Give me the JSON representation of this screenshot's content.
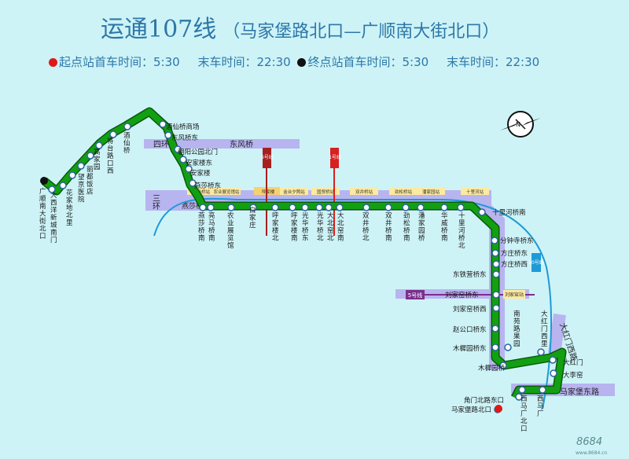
{
  "header": {
    "line_name": "运通107线",
    "route": "（马家堡路北口—广顺南大街北口）",
    "start_first_label": "起点站首车时间：5:30",
    "start_last_label": "末车时间：22:30",
    "end_first_label": "终点站首车时间：5:30",
    "end_last_label": "末车时间：22:30"
  },
  "roads": {
    "sihuan": "四环",
    "dongfengqiao": "东风桥",
    "sanhuan": "三环",
    "yansha_bridge": "燕莎桥",
    "majiapu_road": "马家堡东路",
    "dahongmen_road": "大红门西路"
  },
  "rail": {
    "line6": "6号线",
    "line1": "1号线",
    "line10": "10号线",
    "line5": "5号线",
    "huji_station": "呼家楼",
    "liujiayao_station": "刘家窑站"
  },
  "line10_stations": [
    "亮马桥站",
    "农业展览馆站",
    "呼家楼",
    "金台夕照站",
    "国贸桥站",
    "双井桥站",
    "劲松桥站",
    "潘家园站",
    "十里河站"
  ],
  "stations": [
    "广顺南大街北口",
    "大西洋新城南门",
    "花家地北里",
    "望京医院",
    "丽都饭店",
    "高家园",
    "将台路口西",
    "酒仙桥",
    "酒仙桥商场",
    "东风桥东",
    "朝阳公园北门",
    "安家楼东",
    "安家楼",
    "燕莎桥东",
    "燕莎桥南",
    "亮马桥南",
    "农业展览馆",
    "白家庄",
    "呼家楼北",
    "呼家楼南",
    "光华桥东",
    "光华桥北",
    "大北窑北",
    "大北窑南",
    "双井桥北",
    "双井桥南",
    "劲松桥南",
    "潘家园桥",
    "华威桥南",
    "十里河桥北",
    "十里河桥南",
    "分钟寺桥东",
    "方庄桥东",
    "方庄桥西",
    "东铁营桥东",
    "刘家窑桥东",
    "刘家窑桥西",
    "赵公口桥东",
    "木樨园桥东",
    "南苑路果园",
    "木樨园桥",
    "大红门西里",
    "大红门",
    "大李窑",
    "角门北路东口",
    "马家堡路北口",
    "西马厂北口",
    "西马厂"
  ],
  "watermark": "www.8684.cn",
  "colors": {
    "background": "#cdf3f7",
    "route": "#12a012",
    "route_edge": "#095a09",
    "station_ring": "#2a66a0",
    "ring_road": "#b8b4f0",
    "text": "#1a1a1a",
    "title": "#2e77a8",
    "start_dot": "#e01818",
    "end_dot": "#111111"
  },
  "icons": [
    "compass-icon",
    "station-icon",
    "start-terminal-icon",
    "end-terminal-icon"
  ]
}
